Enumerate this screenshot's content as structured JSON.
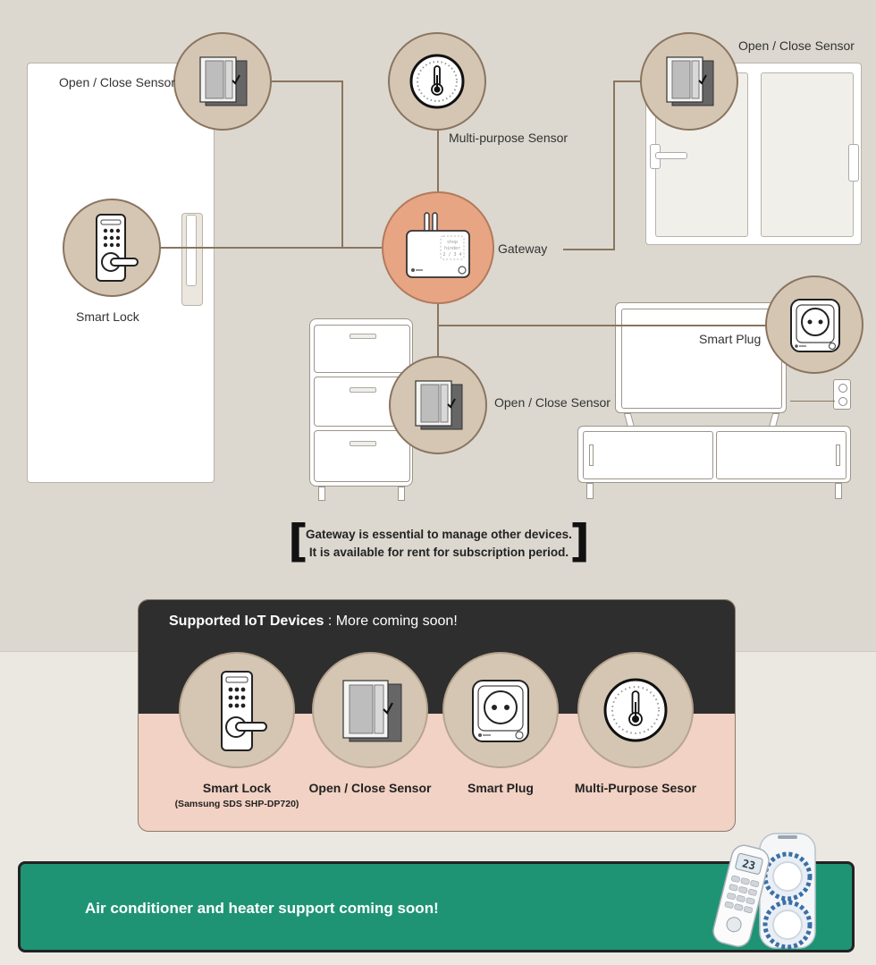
{
  "diagram": {
    "labels": {
      "sensor_door": "Open / Close Sensor",
      "multipurpose": "Multi-purpose Sensor",
      "sensor_window": "Open / Close Sensor",
      "smart_lock": "Smart Lock",
      "gateway": "Gateway",
      "smart_plug": "Smart Plug",
      "sensor_drawer": "Open / Close Sensor"
    },
    "gateway_screen_text": [
      "shop",
      "hinder",
      "2 / 3 4"
    ]
  },
  "note": {
    "line1": "Gateway is essential to manage other devices.",
    "line2": "It is available for rent for subscription period."
  },
  "panel": {
    "title": "Supported IoT Devices",
    "subtitle": " : More coming soon!",
    "devices": [
      {
        "name": "Smart Lock",
        "sub": "(Samsung SDS SHP-DP720)",
        "icon": "smart-lock-icon"
      },
      {
        "name": "Open / Close Sensor",
        "sub": "",
        "icon": "open-close-sensor-icon"
      },
      {
        "name": "Smart Plug",
        "sub": "",
        "icon": "smart-plug-icon"
      },
      {
        "name": "Multi-Purpose Sesor",
        "sub": "",
        "icon": "thermometer-icon"
      }
    ]
  },
  "banner": {
    "text": "Air conditioner and heater support coming soon!",
    "remote_display": "23"
  },
  "colors": {
    "background": "#dcd8cf",
    "circle": "#d4c6b3",
    "gateway": "#e8a584",
    "wire": "#8a7560",
    "panel_dark": "#2e2e2e",
    "panel_light": "#f2d2c4",
    "banner": "#1f9475"
  }
}
